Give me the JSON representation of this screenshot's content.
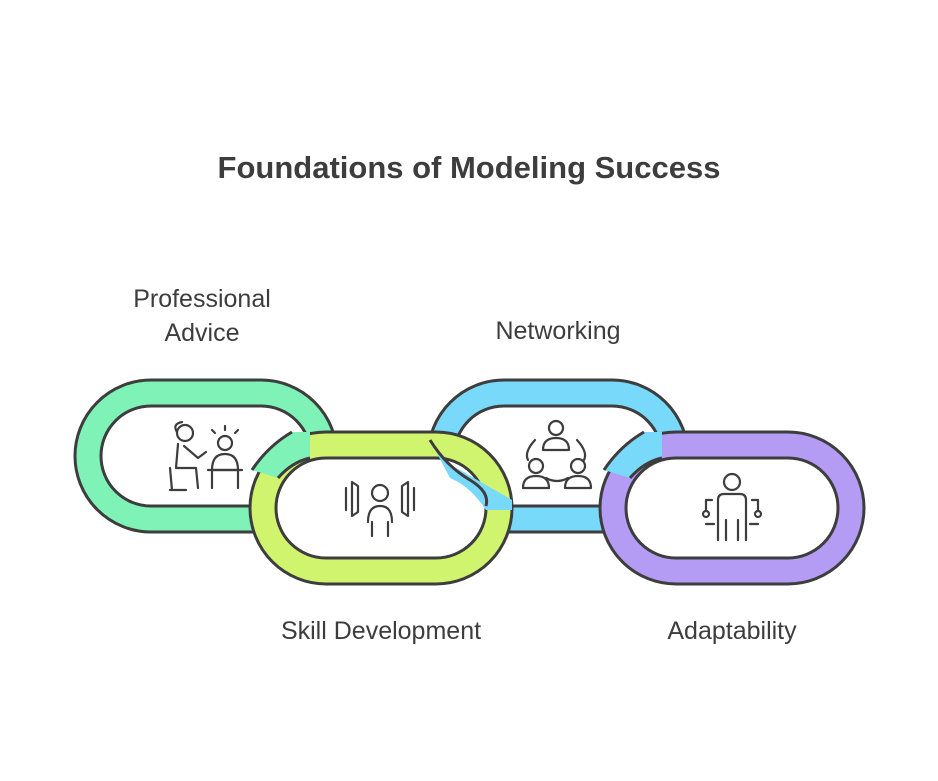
{
  "title": "Foundations of Modeling Success",
  "links": [
    {
      "label": "Professional Advice",
      "label_lines": [
        "Professional",
        "Advice"
      ],
      "color": "#7ff2b8",
      "icon": "advisor-icon"
    },
    {
      "label": "Skill Development",
      "label_lines": [
        "Skill Development"
      ],
      "color": "#d0f46e",
      "icon": "training-icon"
    },
    {
      "label": "Networking",
      "label_lines": [
        "Networking"
      ],
      "color": "#78d9fb",
      "icon": "network-icon"
    },
    {
      "label": "Adaptability",
      "label_lines": [
        "Adaptability"
      ],
      "color": "#b49cf5",
      "icon": "adaptive-person-icon"
    }
  ],
  "outline_color": "#3d3d3d"
}
